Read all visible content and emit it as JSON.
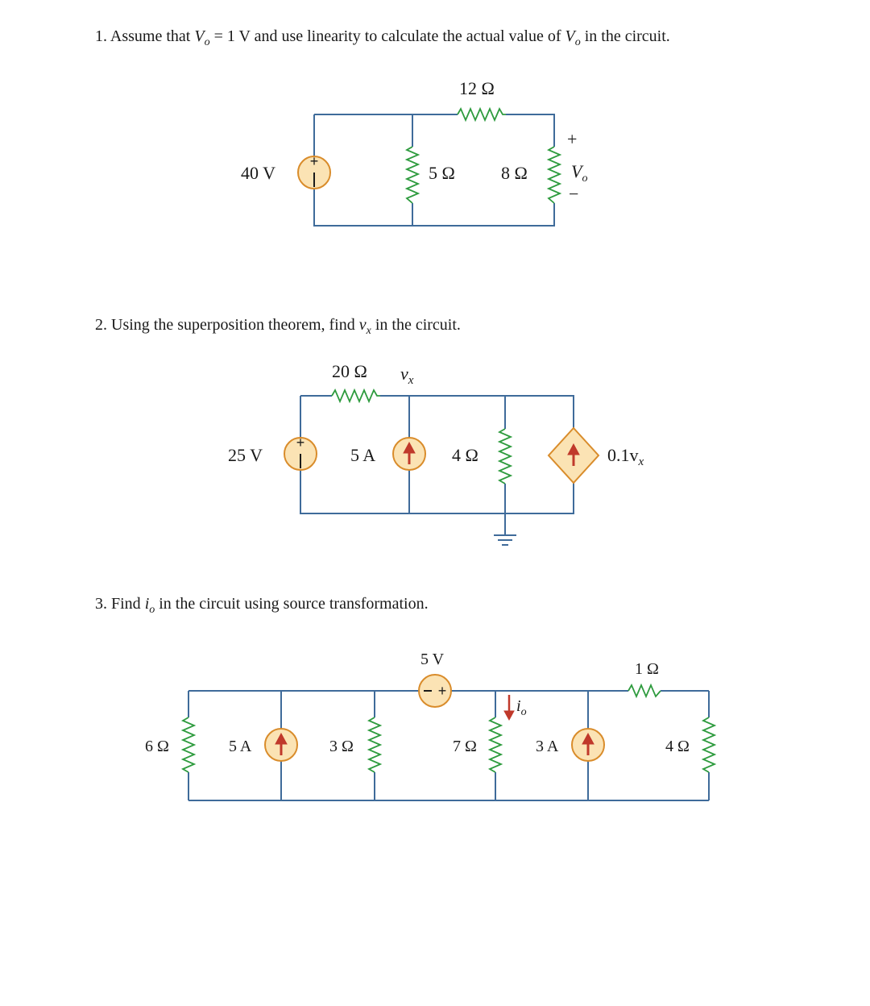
{
  "q1": {
    "number": "1.",
    "text_a": "Assume that ",
    "var": "V",
    "sub": "o",
    "text_b": " = 1 V and use linearity to calculate the actual value of ",
    "text_c": " in the circuit.",
    "labels": {
      "source": "40 V",
      "r12": "12 Ω",
      "r5": "5 Ω",
      "r8": "8 Ω",
      "vo_plus": "+",
      "vo_var": "V",
      "vo_sub": "o",
      "vo_minus": "−"
    }
  },
  "q2": {
    "number": "2.",
    "text_a": "Using the superposition theorem, find ",
    "var": "v",
    "sub": "x",
    "text_b": " in the circuit.",
    "labels": {
      "r20": "20 Ω",
      "vx": "v",
      "vx_sub": "x",
      "source_v": "25 V",
      "source_i": "5 A",
      "r4": "4 Ω",
      "dep": "0.1v",
      "dep_sub": "x"
    }
  },
  "q3": {
    "number": "3.",
    "text_a": "Find ",
    "var": "i",
    "sub": "o",
    "text_b": " in the circuit using source transformation.",
    "labels": {
      "v5": "5 V",
      "r1": "1 Ω",
      "r6": "6 Ω",
      "i5": "5 A",
      "r3": "3 Ω",
      "r7": "7 Ω",
      "io": "i",
      "io_sub": "o",
      "i3": "3 A",
      "r4": "4 Ω"
    }
  },
  "colors": {
    "wire": "#3f6b9a",
    "resistor": "#2e9b3e",
    "source_fill": "#fbe3b4",
    "source_stroke": "#d98c2b",
    "arrow": "#c0392b"
  }
}
